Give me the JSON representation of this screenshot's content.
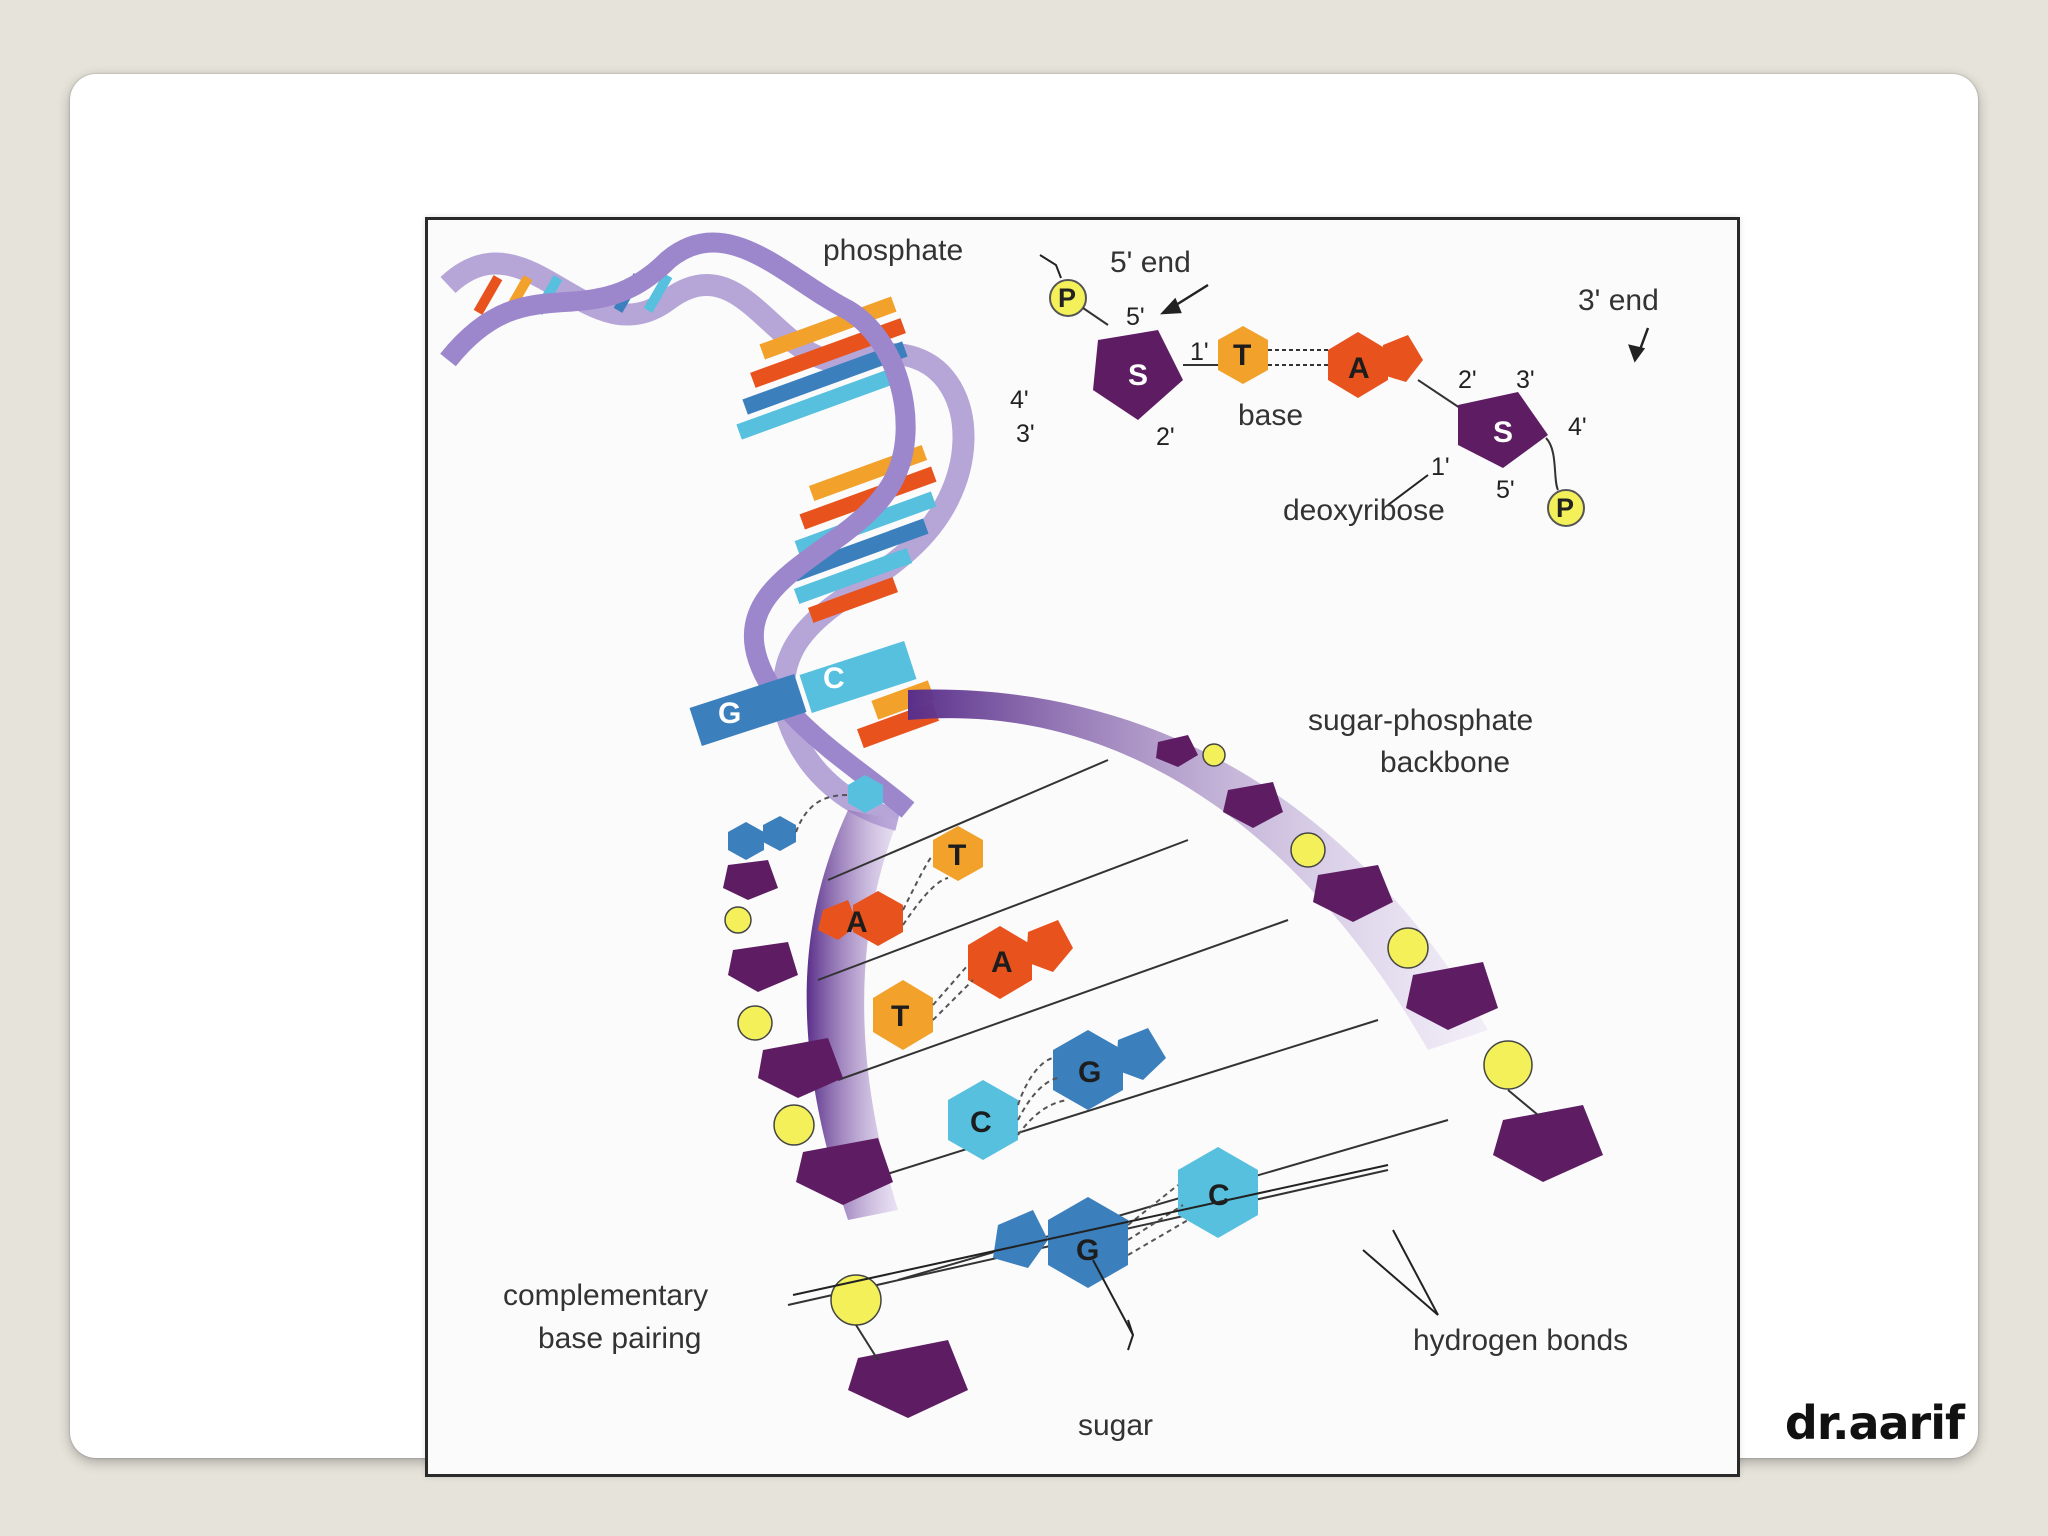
{
  "labels": {
    "phosphate": "phosphate",
    "five_end": "5' end",
    "three_end": "3' end",
    "base": "base",
    "deoxyribose": "deoxyribose",
    "backbone_line1": "sugar-phosphate",
    "backbone_line2": "backbone",
    "complementary_line1": "complementary",
    "complementary_line2": "base pairing",
    "hydrogen_bonds": "hydrogen bonds",
    "sugar": "sugar"
  },
  "carbon_numbers": {
    "s1_5": "5'",
    "s1_4": "4'",
    "s1_3": "3'",
    "s1_1": "1'",
    "s1_2": "2'",
    "s2_2": "2'",
    "s2_3": "3'",
    "s2_4": "4'",
    "s2_1": "1'",
    "s2_5": "5'"
  },
  "symbols": {
    "phosphate": "P",
    "sugar": "S",
    "adenine": "A",
    "thymine": "T",
    "guanine": "G",
    "cytosine": "C"
  },
  "base_pairs": [
    {
      "left": "G",
      "right": "C"
    },
    {
      "left": "A",
      "right": "T"
    },
    {
      "left": "T",
      "right": "A"
    },
    {
      "left": "C",
      "right": "G"
    },
    {
      "left": "G",
      "right": "C"
    }
  ],
  "colors": {
    "sugar": "#5e1d63",
    "phosphate": "#f4f05a",
    "adenine": "#e8521d",
    "thymine": "#f2a12a",
    "guanine": "#3b7fbd",
    "cytosine": "#56c0de",
    "backbone_ribbon": "#7a4fa6"
  },
  "watermark": "dr.aarif"
}
